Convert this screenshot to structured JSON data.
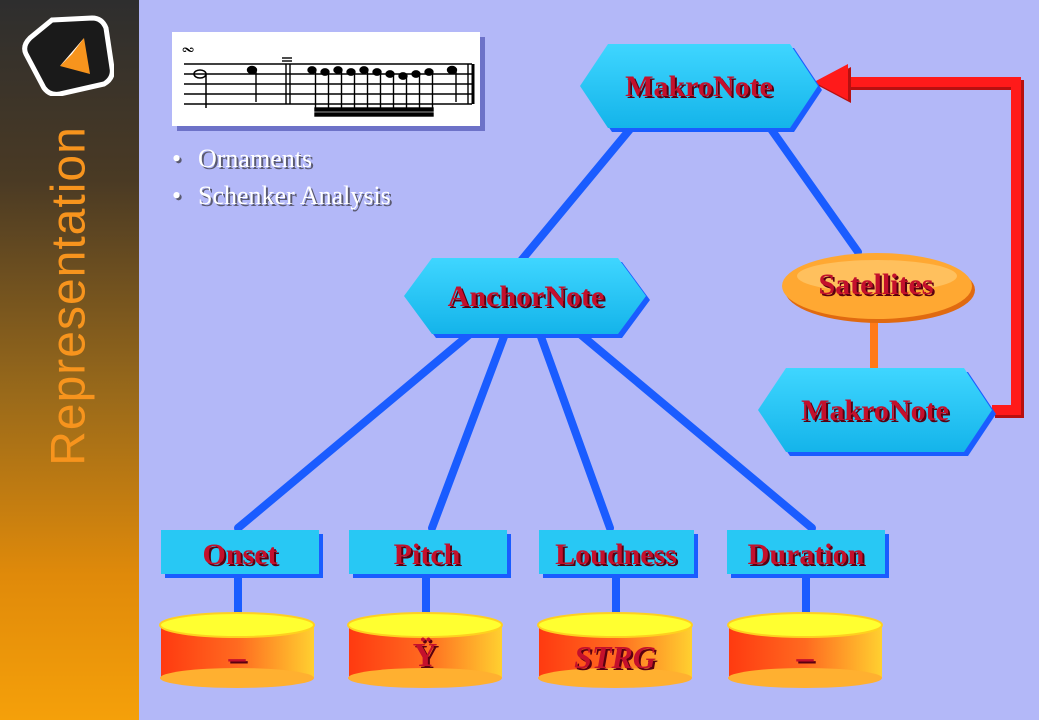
{
  "slide": {
    "side_title": "Representation",
    "bullets": [
      "Ornaments",
      "Schenker Analysis"
    ]
  },
  "logo": {
    "icon": "triangle-logo-icon"
  },
  "score": {
    "icon": "music-score-icon",
    "ornament_symbol": "𝆗"
  },
  "diagram": {
    "nodes": {
      "makronote_top": "MakroNote",
      "anchornote": "AnchorNote",
      "satellites": "Satellites",
      "makronote_bottom": "MakroNote"
    },
    "attributes": [
      {
        "label": "Onset",
        "value": "–"
      },
      {
        "label": "Pitch",
        "value": "Ÿ"
      },
      {
        "label": "Loudness",
        "value": "STRG"
      },
      {
        "label": "Duration",
        "value": "–"
      }
    ]
  },
  "colors": {
    "background": "#b3b8f8",
    "edge_blue": "#1a5cff",
    "hexagon_fill": "#22c6f2",
    "node_text": "#c4102c",
    "satellite_fill": "#ffa832",
    "feedback_arrow": "#ff1a1a",
    "cylinder_top": "#ffff30",
    "cylinder_body": "#ff4a1a",
    "accent_orange": "#f7941d"
  }
}
